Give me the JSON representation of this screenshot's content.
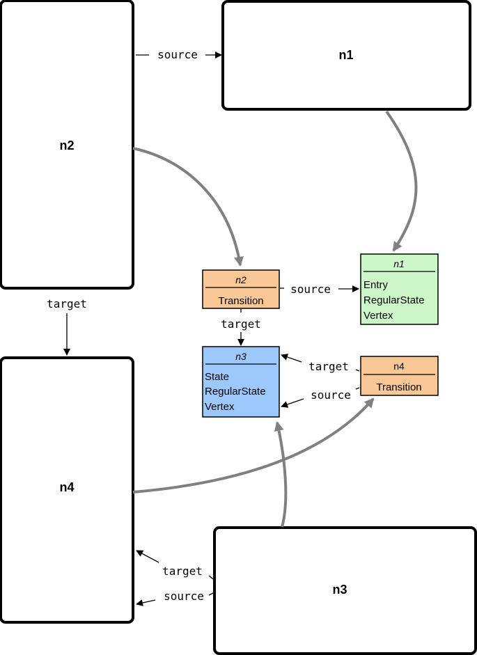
{
  "colors": {
    "transition_fill": "#f9c896",
    "state_fill": "#9cc8fb",
    "entry_fill": "#cdf7c8",
    "curve_stroke": "#808080"
  },
  "big_nodes": {
    "n1": "n1",
    "n2": "n2",
    "n3": "n3",
    "n4": "n4"
  },
  "small_nodes": {
    "n1": {
      "title": "n1",
      "lines": [
        "Entry",
        "RegularState",
        "Vertex"
      ]
    },
    "n2": {
      "title": "n2",
      "lines": [
        "Transition"
      ]
    },
    "n3": {
      "title": "n3",
      "lines": [
        "State",
        "RegularState",
        "Vertex"
      ]
    },
    "n4": {
      "title": "n4",
      "lines": [
        "Transition"
      ]
    }
  },
  "edge_labels": {
    "big_n2_n1": "source",
    "big_n2_n4": "target",
    "big_n3_n4_target": "target",
    "big_n3_n4_source": "source",
    "small_n2_n1": "source",
    "small_n2_n3": "target",
    "small_n4_n3_target": "target",
    "small_n4_n3_source": "source"
  }
}
